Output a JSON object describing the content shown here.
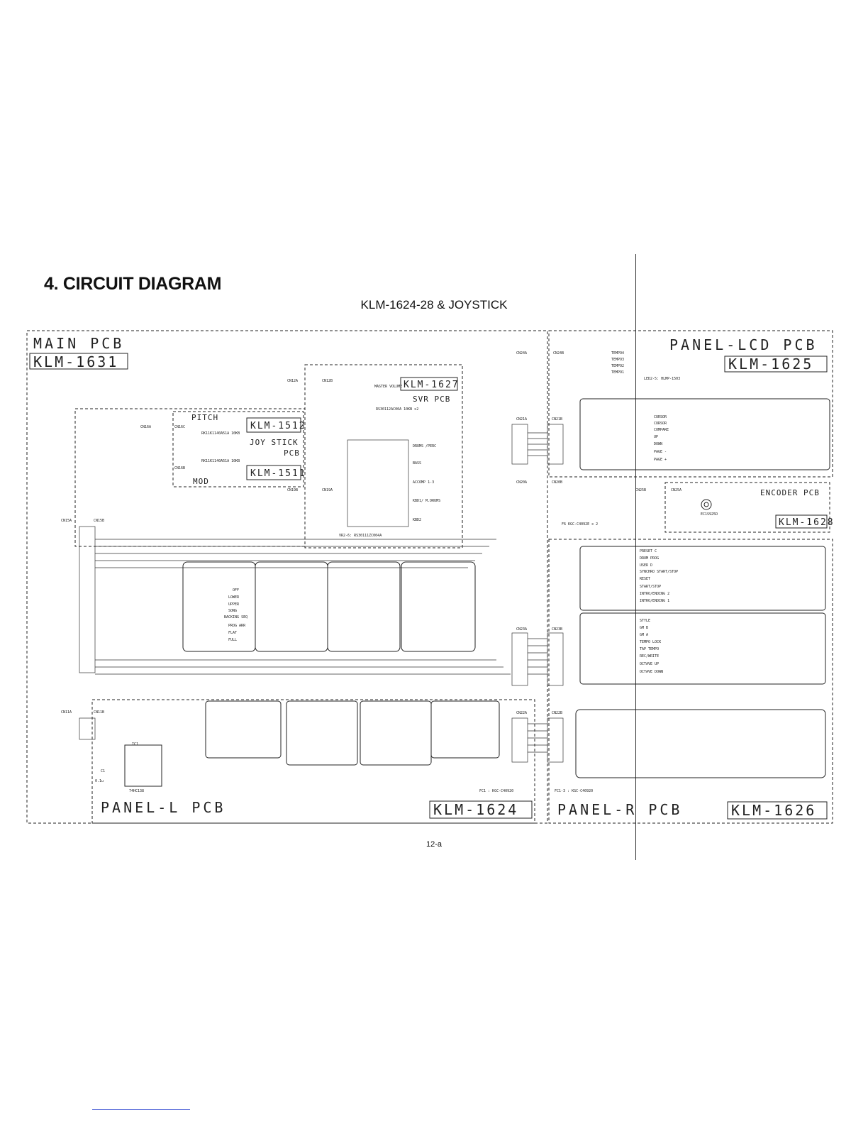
{
  "page": {
    "heading": "4. CIRCUIT DIAGRAM",
    "subheading": "KLM-1624-28 & JOYSTICK",
    "page_number": "12-a"
  },
  "pcbs": {
    "main": {
      "title": "MAIN PCB",
      "model": "KLM-1631"
    },
    "panel_lcd": {
      "title": "PANEL-LCD PCB",
      "model": "KLM-1625"
    },
    "svr": {
      "title": "SVR PCB",
      "model": "KLM-1627"
    },
    "pitch": {
      "title": "PITCH",
      "model": "KLM-1512"
    },
    "joystick": {
      "title": "JOY STICK",
      "subtitle": "PCB"
    },
    "mod": {
      "title": "MOD",
      "model": "KLM-1511"
    },
    "encoder": {
      "title": "ENCODER PCB",
      "model": "KLM-1628"
    },
    "panel_l": {
      "title": "PANEL-L PCB",
      "model": "KLM-1624"
    },
    "panel_r": {
      "title": "PANEL-R PCB",
      "model": "KLM-1626"
    }
  },
  "connectors": {
    "cn11a": "CN11A",
    "cn11b": "CN11B",
    "cn15a": "CN15A",
    "cn15b": "CN15B",
    "cn16a": "CN16A",
    "cn16b": "CN16B",
    "cn16c": "CN16C",
    "cn19a": "CN19A",
    "cn19b": "CN19B",
    "cn12a": "CN12A",
    "cn12b": "CN12B",
    "cn21a": "CN21A",
    "cn21b": "CN21B",
    "cn20a": "CN20A",
    "cn20b": "CN20B",
    "cn22a": "CN22A",
    "cn22b": "CN22B",
    "cn23a": "CN23A",
    "cn23b": "CN23B",
    "cn24a": "CN24A",
    "cn24b": "CN24B",
    "cn25a": "CN25A",
    "cn25b": "CN25B"
  },
  "lcd_switches": [
    "CURSOR",
    "CURSOR",
    "COMPARE",
    "UP",
    "DOWN",
    "PAGE -",
    "PAGE +"
  ],
  "tempo_leds": [
    "TEMPO4",
    "TEMPO3",
    "TEMPO2",
    "TEMPO1"
  ],
  "panel_l_switches": [
    "OFF",
    "LOWER",
    "UPPER",
    "SONG",
    "BACKING SEQ",
    "PROG ARR",
    "FLAT",
    "FULL"
  ],
  "panel_r_switches": [
    "PRESET C",
    "DRUM PROG",
    "USER D",
    "SYNCHRO START/STOP",
    "RESET",
    "START/STOP",
    "INTRO/ENDING 2",
    "INTRO/ENDING 1"
  ],
  "panel_r_lower_switches": [
    "STYLE",
    "GM B",
    "GM A",
    "TEMPO LOCK",
    "TAP TEMPO",
    "REC/WRITE",
    "OCTAVE UP",
    "OCTAVE DOWN"
  ],
  "svr_pots": [
    "MASTER VOLUME",
    "DRUMS /PERC",
    "BASS",
    "ACCOMP 1-3",
    "KBD1/ M.DRUMS",
    "KBD2"
  ],
  "parts": {
    "ic1": "IC1",
    "ic1_part": "74HC138",
    "c1": "C1",
    "c1_value": "0.1u",
    "joystick_pot": "RK11K1140A51A 10KB",
    "svr_part": "RS30112AC00A 10KB x2",
    "svr_part2": "VR2-6: RS30111ZC004A",
    "encoder_part": "EC1S925D",
    "tempo_led_part": "LED2-5: HLMP-1503",
    "ferrite_l": "FC1 : KGC-C40920",
    "ferrite_r": "FC1-3 : KGC-C40920",
    "ferrite_lcd": "F6 KGC-C4092E x 2"
  }
}
